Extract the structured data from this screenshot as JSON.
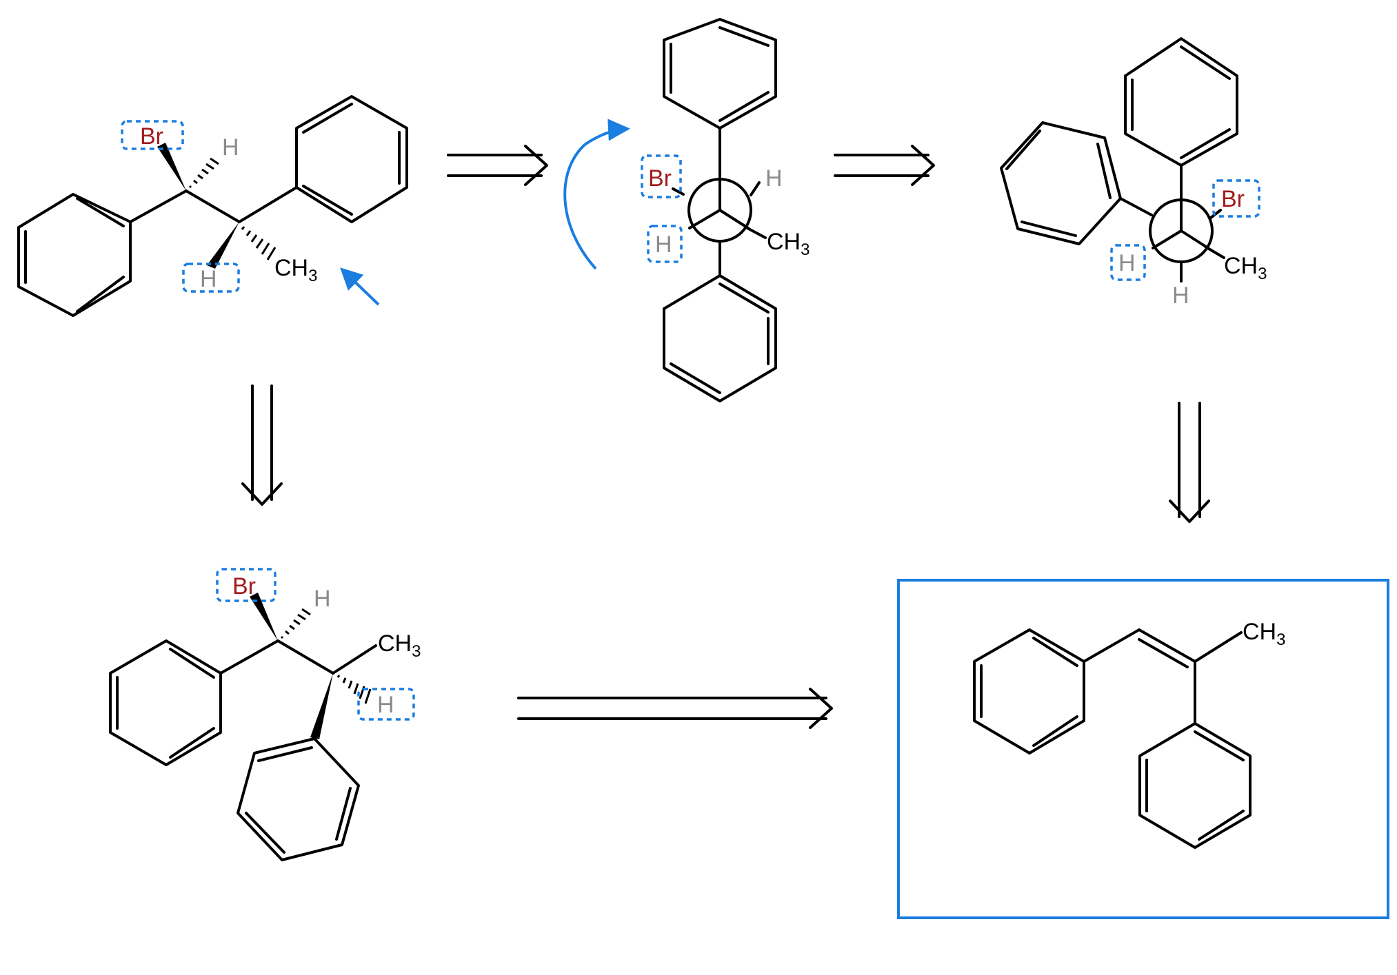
{
  "labels": {
    "br": "Br",
    "h": "H",
    "ch3_main": "CH",
    "ch3_sub": "3"
  },
  "colors": {
    "bromine": "#a11b1b",
    "hydrogen": "#8a8a8a",
    "highlight": "#1a7de0",
    "bond": "#000000"
  }
}
